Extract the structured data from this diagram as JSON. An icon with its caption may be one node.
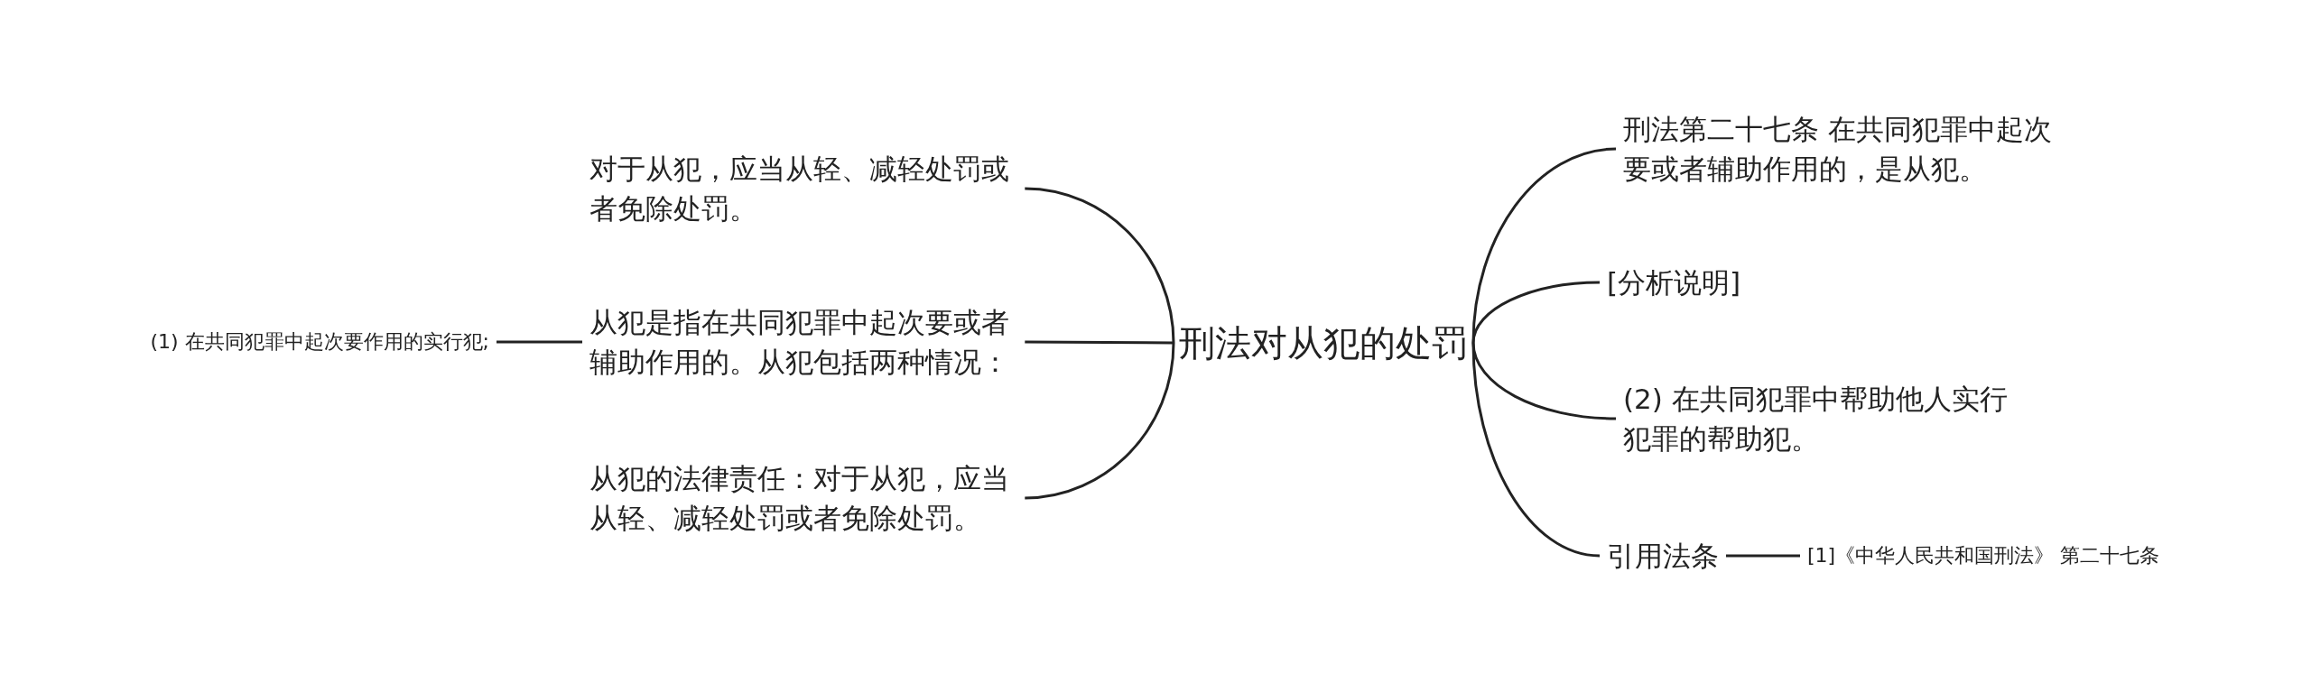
{
  "diagram": {
    "nodes": [
      {
        "text": [
          "刑法对从犯的处罚"
        ]
      },
      {
        "text": [
          "刑法第二十七条 在共同犯罪中起次要或者辅助作用的，是从犯。"
        ]
      },
      {
        "text": [
          "[分析说明]"
        ]
      },
      {
        "text": [
          "(2) 在共同犯罪中帮助他人实行犯罪的帮助犯。"
        ]
      },
      {
        "text": [
          "引用法条"
        ]
      },
      {
        "text": [
          "[1]《中华人民共和国刑法》 第二十七条"
        ]
      },
      {
        "text": [
          "对于从犯，应当从轻、减轻处罚或者免除处罚。"
        ]
      },
      {
        "text": [
          "从犯是指在共同犯罪中起次要或者辅助作用的。从犯包括两种情况："
        ]
      },
      {
        "text": [
          "从犯的法律责任：对于从犯，应当从轻、减轻处罚或者免除处罚。"
        ]
      },
      {
        "text": [
          "(1) 在共同犯罪中起次要作用的实行犯;"
        ]
      }
    ],
    "edges": [
      {
        "from": 0,
        "to": 1,
        "arrow": "none"
      },
      {
        "from": 0,
        "to": 2,
        "arrow": "none"
      },
      {
        "from": 0,
        "to": 3,
        "arrow": "none"
      },
      {
        "from": 0,
        "to": 4,
        "arrow": "none"
      },
      {
        "from": 4,
        "to": 5,
        "arrow": "none"
      },
      {
        "from": 0,
        "to": 6,
        "arrow": "none"
      },
      {
        "from": 0,
        "to": 7,
        "arrow": "none"
      },
      {
        "from": 0,
        "to": 8,
        "arrow": "none"
      },
      {
        "from": 7,
        "to": 9,
        "arrow": "none"
      }
    ]
  }
}
